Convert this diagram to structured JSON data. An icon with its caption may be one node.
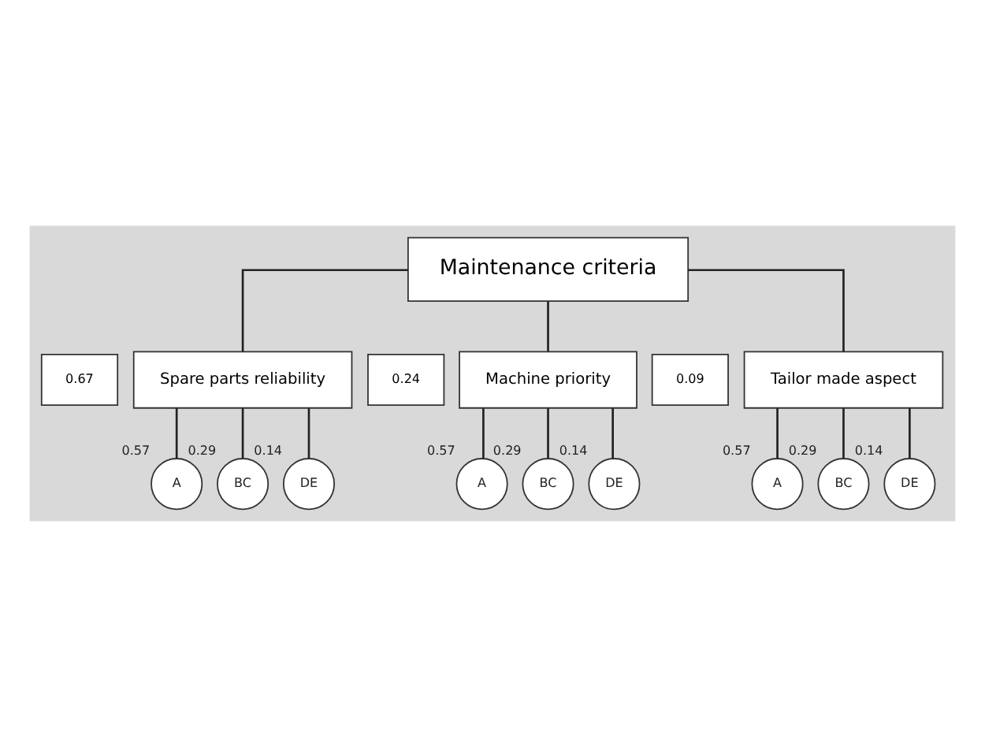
{
  "diagram": {
    "nodes": [
      {
        "text": [],
        "shape": "triangle"
      },
      {
        "text": [
          "Maintenance criteria"
        ],
        "in": 0
      },
      {
        "text": [
          "0.67"
        ],
        "in": 0
      },
      {
        "text": [
          "Spare parts reliability"
        ],
        "in": 0
      },
      {
        "text": [
          "0.24"
        ],
        "in": 0
      },
      {
        "text": [
          "Machine priority"
        ],
        "in": 0
      },
      {
        "text": [
          "0.09"
        ],
        "in": 0
      },
      {
        "text": [
          "Tailor made aspect"
        ],
        "in": 0
      },
      {
        "text": [
          "A"
        ],
        "in": 0,
        "beside": [
          "0.57"
        ]
      },
      {
        "text": [
          "BC"
        ],
        "in": 0,
        "beside": [
          "0.29"
        ]
      },
      {
        "text": [
          "DE"
        ],
        "in": 0,
        "beside": [
          "0.14"
        ]
      },
      {
        "text": [
          "A"
        ],
        "in": 0,
        "beside": [
          "0.57"
        ]
      },
      {
        "text": [
          "BC"
        ],
        "in": 0,
        "beside": [
          "0.29"
        ]
      },
      {
        "text": [
          "DE"
        ],
        "in": 0,
        "beside": [
          "0.14"
        ]
      },
      {
        "text": [
          "A"
        ],
        "in": 0,
        "beside": [
          "0.57"
        ]
      },
      {
        "text": [
          "BC"
        ],
        "in": 0,
        "beside": [
          "0.29"
        ]
      },
      {
        "text": [
          "DE"
        ],
        "in": 0,
        "beside": [
          "0.14"
        ]
      }
    ],
    "edges": [
      {
        "from": 1,
        "to": 3,
        "arrow": "none"
      },
      {
        "from": 1,
        "to": 5,
        "arrow": "none"
      },
      {
        "from": 1,
        "to": 7,
        "arrow": "none"
      },
      {
        "from": 3,
        "to": 8,
        "arrow": "none"
      },
      {
        "from": 3,
        "to": 9,
        "arrow": "none"
      },
      {
        "from": 3,
        "to": 10,
        "arrow": "none"
      },
      {
        "from": 5,
        "to": 11,
        "arrow": "none"
      },
      {
        "from": 5,
        "to": 12,
        "arrow": "none"
      },
      {
        "from": 5,
        "to": 13,
        "arrow": "none"
      },
      {
        "from": 7,
        "to": 14,
        "arrow": "none"
      },
      {
        "from": 7,
        "to": 15,
        "arrow": "none"
      },
      {
        "from": 7,
        "to": 16,
        "arrow": "none"
      }
    ]
  }
}
